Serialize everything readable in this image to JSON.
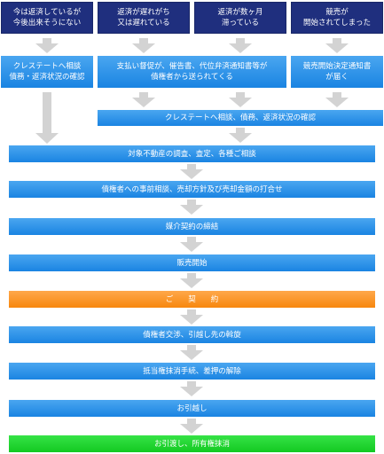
{
  "top_boxes": [
    "今は返済しているが\n今後出来そうにない",
    "返済が遅れがち\n又は遅れている",
    "返済が数ヶ月\n滞っている",
    "競売が\n開始されてしまった"
  ],
  "second_boxes": [
    "クレステートへ相談\n債務・返済状況の確認",
    "支払い督促が、催告書、代位弁済通知書等が\n債権者から送られてくる",
    "競売開始決定通知書\nが届く"
  ],
  "steps": [
    "クレステートへ相談、債務、返済状況の確認",
    "対象不動産の調査、査定、各種ご相談",
    "債権者への事前相談、売却方針及び売却金額の打合せ",
    "媒介契約の締結",
    "販売開始",
    "ご　　契　　約",
    "債権者交渉、引越し先の斡旋",
    "抵当権抹消手続、差押の解除",
    "お引越し",
    "お引渡し、所有権抹消"
  ],
  "colors": {
    "navy": "#1f2f7e",
    "blue": "#2a90e8",
    "orange": "#f7870e",
    "green": "#13c922",
    "arrow": "#d3d3d3"
  }
}
